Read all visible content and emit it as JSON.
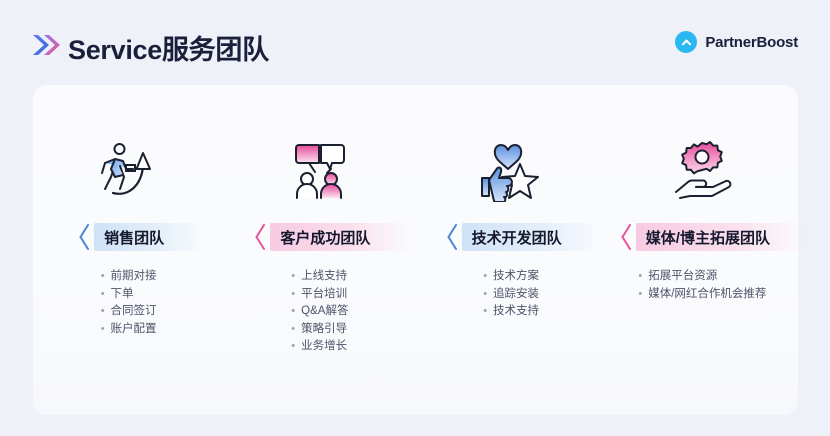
{
  "header": {
    "title": "Service服务团队",
    "brand_mark_icon": "double-chevron-icon",
    "logo": {
      "text": "PartnerBoost",
      "icon": "chevron-up-circle-icon",
      "circle_color": "#2bb8f0"
    }
  },
  "theme": {
    "page_background": "#eef1f8",
    "card_background": "#fafbfd",
    "blue_accent": "#4a86d8",
    "pink_accent": "#e8539b",
    "title_color": "#1b1f3b",
    "bullet_text_color": "#4c5468"
  },
  "columns": [
    {
      "icon": "running-person-arrow-icon",
      "accent": "blue",
      "title": "销售团队",
      "items": [
        "前期对接",
        "下单",
        "合同签订",
        "账户配置"
      ]
    },
    {
      "icon": "two-people-speech-bubbles-icon",
      "accent": "pink",
      "title": "客户成功团队",
      "items": [
        "上线支持",
        "平台培训",
        "Q&A解答",
        "策略引导",
        "业务增长"
      ]
    },
    {
      "icon": "thumbs-up-heart-star-icon",
      "accent": "blue",
      "title": "技术开发团队",
      "items": [
        "技术方案",
        "追踪安装",
        "技术支持"
      ]
    },
    {
      "icon": "hand-holding-gear-icon",
      "accent": "pink",
      "title": "媒体/博主拓展团队",
      "items": [
        "拓展平台资源",
        "媒体/网红合作机会推荐"
      ]
    }
  ],
  "bullet_glyph": "•"
}
